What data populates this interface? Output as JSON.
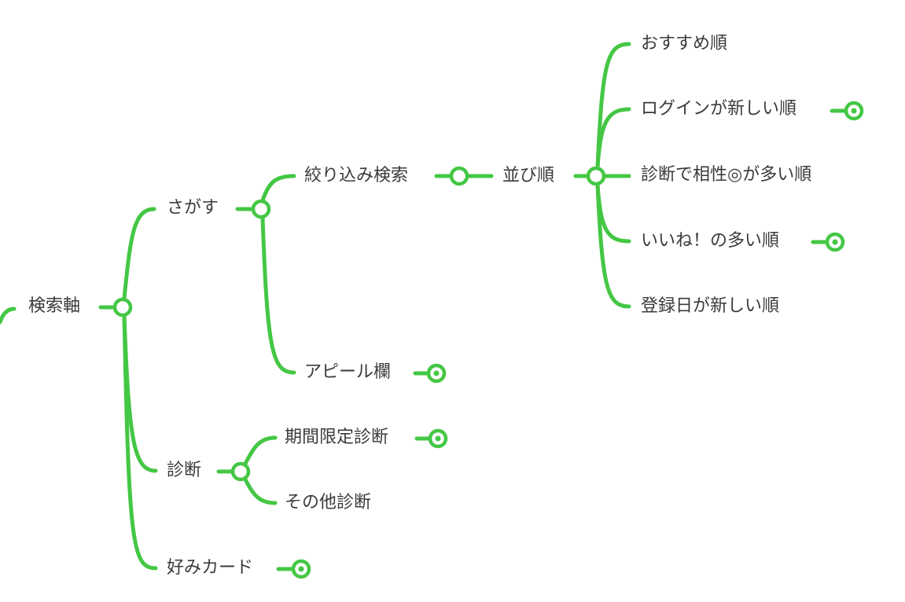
{
  "accent_color": "#44c744",
  "root": {
    "label": "検索軸"
  },
  "nodes": {
    "sagasu": "さがす",
    "shibori": "絞り込み検索",
    "narabi": "並び順",
    "sort_options": [
      "おすすめ順",
      "ログインが新しい順",
      "診断で相性◎が多い順",
      "いいね！の多い順",
      "登録日が新しい順"
    ],
    "appeal": "アピール欄",
    "shindan": "診断",
    "kikan": "期間限定診断",
    "sonota": "その他診断",
    "konomi": "好みカード"
  }
}
